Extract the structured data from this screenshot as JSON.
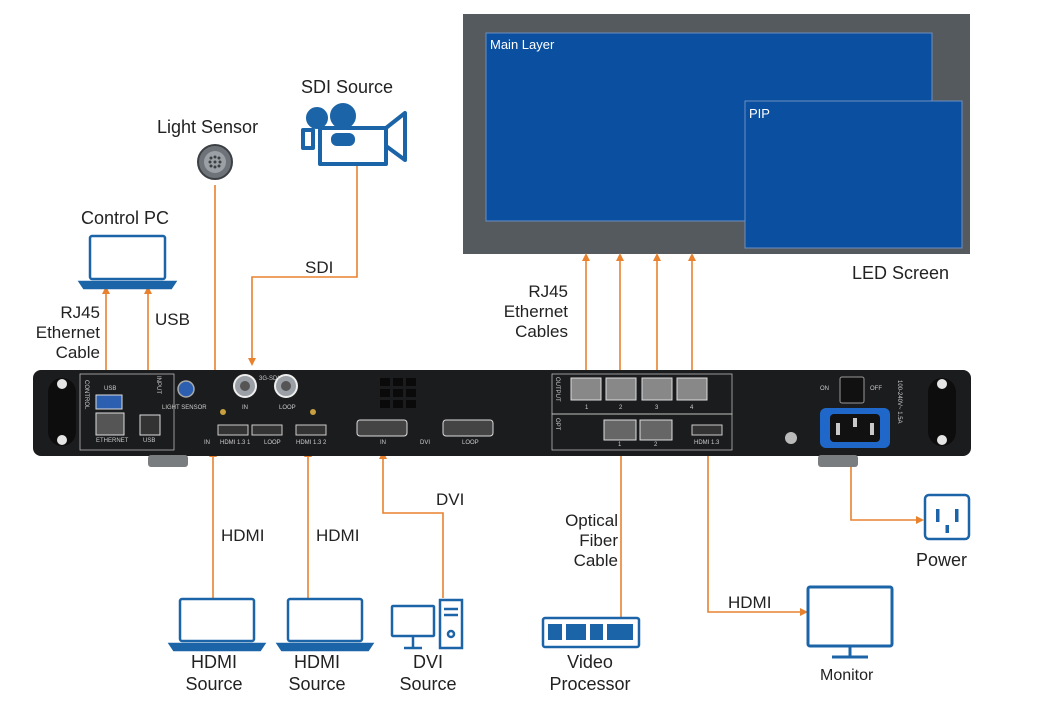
{
  "led_screen": {
    "label": "LED Screen",
    "main_layer": "Main Layer",
    "pip": "PIP"
  },
  "sources": {
    "sdi_source": "SDI Source",
    "light_sensor": "Light Sensor",
    "control_pc": "Control PC",
    "hdmi_source_1": [
      "HDMI",
      "Source"
    ],
    "hdmi_source_2": [
      "HDMI",
      "Source"
    ],
    "dvi_source": [
      "DVI",
      "Source"
    ],
    "video_processor": [
      "Video",
      "Processor"
    ],
    "monitor": "Monitor",
    "power": "Power"
  },
  "cables": {
    "sdi": "SDI",
    "usb": "USB",
    "rj45_control": [
      "RJ45",
      "Ethernet",
      "Cable"
    ],
    "rj45_output": [
      "RJ45",
      "Ethernet",
      "Cables"
    ],
    "hdmi_1": "HDMI",
    "hdmi_2": "HDMI",
    "dvi": "DVI",
    "optical": [
      "Optical",
      "Fiber",
      "Cable"
    ],
    "hdmi_monitor": "HDMI"
  },
  "panel": {
    "control": "CONTROL",
    "input": "INPUT",
    "output": "OUTPUT",
    "opt": "OPT",
    "usb_top": "USB",
    "ethernet": "ETHERNET",
    "usb_b": "USB",
    "light_sensor": "LIGHT SENSOR",
    "sdi_in": "IN",
    "sdi_loop": "LOOP",
    "sdi_title": "3G-SDI",
    "hdmi_in": "IN",
    "hdmi13_1": "HDMI 1.3 1",
    "hdmi_loop": "LOOP",
    "hdmi13_2": "HDMI 1.3 2",
    "dvi_in": "IN",
    "dvi": "DVI",
    "dvi_loop": "LOOP",
    "out_1": "1",
    "out_2": "2",
    "out_3": "3",
    "out_4": "4",
    "opt_1": "1",
    "opt_2": "2",
    "hdmi_out": "HDMI 1.3",
    "on": "ON",
    "off": "OFF",
    "power_spec": "100-240V~ 1.5A"
  },
  "colors": {
    "cable": "#e8822e",
    "icon": "#1c64a8",
    "screen": "#0a4fa0",
    "frame": "#555a5f",
    "device": "#1b1c1e"
  }
}
